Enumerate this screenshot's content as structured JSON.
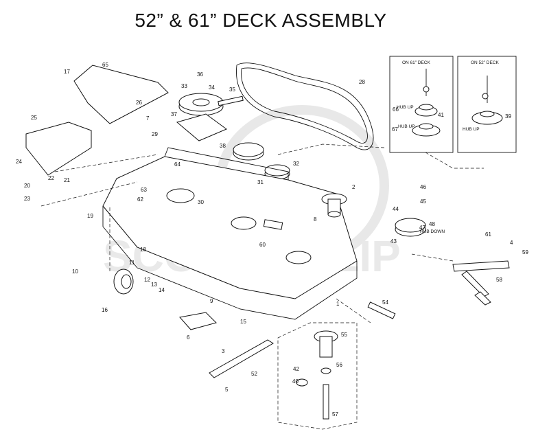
{
  "title": "52” & 61” DECK ASSEMBLY",
  "watermark": "SCOOTER ZIP",
  "insets": [
    {
      "title": "ON 61” DECK",
      "hub_up_label": "HUB UP"
    },
    {
      "title": "ON 52” DECK",
      "hub_up_label": "HUB UP"
    }
  ],
  "hub_down_label": "HUB DOWN",
  "callouts": [
    "1",
    "2",
    "3",
    "4",
    "5",
    "6",
    "7",
    "8",
    "9",
    "10",
    "11",
    "12",
    "13",
    "14",
    "15",
    "16",
    "17",
    "18",
    "19",
    "20",
    "21",
    "22",
    "23",
    "24",
    "25",
    "26",
    "28",
    "29",
    "30",
    "31",
    "32",
    "33",
    "34",
    "35",
    "36",
    "37",
    "38",
    "39",
    "40",
    "41",
    "42",
    "43",
    "44",
    "45",
    "46",
    "47",
    "48",
    "52",
    "54",
    "55",
    "56",
    "57",
    "58",
    "59",
    "60",
    "61",
    "62",
    "63",
    "64",
    "65",
    "66",
    "67"
  ]
}
